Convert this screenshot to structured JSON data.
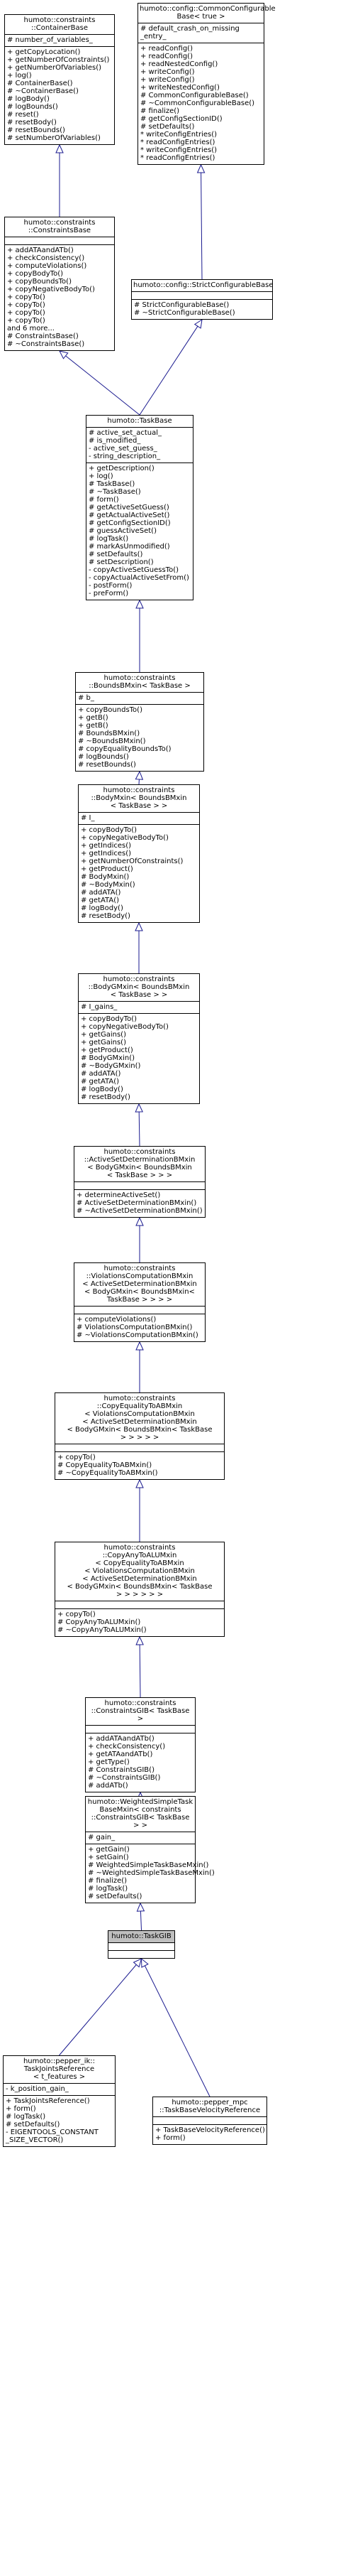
{
  "classes": [
    {
      "id": "containerbase",
      "title": "humoto::constraints\n::ContainerBase",
      "attributes": [
        "# number_of_variables_"
      ],
      "methods": [
        "+ getCopyLocation()",
        "+ getNumberOfConstraints()",
        "+ getNumberOfVariables()",
        "+ log()",
        "# ContainerBase()",
        "# ~ContainerBase()",
        "# logBody()",
        "# logBounds()",
        "# reset()",
        "# resetBody()",
        "# resetBounds()",
        "# setNumberOfVariables()"
      ]
    },
    {
      "id": "commonconfigurablebase",
      "title": "humoto::config::CommonConfigurable\nBase< true >",
      "attributes": [
        "# default_crash_on_missing\n_entry_"
      ],
      "methods": [
        "+ readConfig()",
        "+ readConfig()",
        "+ readNestedConfig()",
        "+ writeConfig()",
        "+ writeConfig()",
        "+ writeNestedConfig()",
        "# CommonConfigurableBase()",
        "# ~CommonConfigurableBase()",
        "# finalize()",
        "# getConfigSectionID()",
        "# setDefaults()",
        "* writeConfigEntries()",
        "* readConfigEntries()",
        "* writeConfigEntries()",
        "* readConfigEntries()"
      ]
    },
    {
      "id": "constraintsbase",
      "title": "humoto::constraints\n::ConstraintsBase",
      "attributes": [],
      "methods": [
        "+ addATAandATb()",
        "+ checkConsistency()",
        "+ computeViolations()",
        "+ copyBodyTo()",
        "+ copyBoundsTo()",
        "+ copyNegativeBodyTo()",
        "+ copyTo()",
        "+ copyTo()",
        "+ copyTo()",
        "+ copyTo()",
        "and 6 more...",
        "# ConstraintsBase()",
        "# ~ConstraintsBase()"
      ]
    },
    {
      "id": "strictconfigurablebase",
      "title": "humoto::config::StrictConfigurableBase",
      "attributes": [],
      "methods": [
        "# StrictConfigurableBase()",
        "# ~StrictConfigurableBase()"
      ]
    },
    {
      "id": "taskbase",
      "title": "humoto::TaskBase",
      "attributes": [
        "# active_set_actual_",
        "# is_modified_",
        "- active_set_guess_",
        "- string_description_"
      ],
      "methods": [
        "+ getDescription()",
        "+ log()",
        "# TaskBase()",
        "# ~TaskBase()",
        "# form()",
        "# getActiveSetGuess()",
        "# getActualActiveSet()",
        "# getConfigSectionID()",
        "# guessActiveSet()",
        "# logTask()",
        "# markAsUnmodified()",
        "# setDefaults()",
        "# setDescription()",
        "- copyActiveSetGuessTo()",
        "- copyActualActiveSetFrom()",
        "- postForm()",
        "- preForm()"
      ]
    },
    {
      "id": "boundsbmxin",
      "title": "humoto::constraints\n::BoundsBMxin< TaskBase >",
      "attributes": [
        "# b_"
      ],
      "methods": [
        "+ copyBoundsTo()",
        "+ getB()",
        "+ getB()",
        "# BoundsBMxin()",
        "# ~BoundsBMxin()",
        "# copyEqualityBoundsTo()",
        "# logBounds()",
        "# resetBounds()"
      ]
    },
    {
      "id": "bodymxin",
      "title": "humoto::constraints\n::BodyMxin< BoundsBMxin\n< TaskBase > >",
      "attributes": [
        "# I_"
      ],
      "methods": [
        "+ copyBodyTo()",
        "+ copyNegativeBodyTo()",
        "+ getIndices()",
        "+ getIndices()",
        "+ getNumberOfConstraints()",
        "+ getProduct()",
        "# BodyMxin()",
        "# ~BodyMxin()",
        "# addATA()",
        "# getATA()",
        "# logBody()",
        "# resetBody()"
      ]
    },
    {
      "id": "bodygmxin",
      "title": "humoto::constraints\n::BodyGMxin< BoundsBMxin\n< TaskBase > >",
      "attributes": [
        "# I_gains_"
      ],
      "methods": [
        "+ copyBodyTo()",
        "+ copyNegativeBodyTo()",
        "+ getGains()",
        "+ getGains()",
        "+ getProduct()",
        "# BodyGMxin()",
        "# ~BodyGMxin()",
        "# addATA()",
        "# getATA()",
        "# logBody()",
        "# resetBody()"
      ]
    },
    {
      "id": "activesetdetermination",
      "title": "humoto::constraints\n::ActiveSetDeterminationBMxin\n< BodyGMxin< BoundsBMxin\n< TaskBase > > >",
      "attributes": [],
      "methods": [
        "+ determineActiveSet()",
        "# ActiveSetDeterminationBMxin()",
        "# ~ActiveSetDeterminationBMxin()"
      ]
    },
    {
      "id": "violationscomputation",
      "title": "humoto::constraints\n::ViolationsComputationBMxin\n< ActiveSetDeterminationBMxin\n< BodyGMxin< BoundsBMxin<\nTaskBase > > > >",
      "attributes": [],
      "methods": [
        "+ computeViolations()",
        "# ViolationsComputationBMxin()",
        "# ~ViolationsComputationBMxin()"
      ]
    },
    {
      "id": "copyequalitytoab",
      "title": "humoto::constraints\n::CopyEqualityToABMxin\n< ViolationsComputationBMxin\n< ActiveSetDeterminationBMxin\n< BodyGMxin< BoundsBMxin< TaskBase\n> > > > >",
      "attributes": [],
      "methods": [
        "+ copyTo()",
        "# CopyEqualityToABMxin()",
        "# ~CopyEqualityToABMxin()"
      ]
    },
    {
      "id": "copyanytoalu",
      "title": "humoto::constraints\n::CopyAnyToALUMxin\n< CopyEqualityToABMxin\n< ViolationsComputationBMxin\n< ActiveSetDeterminationBMxin\n< BodyGMxin< BoundsBMxin< TaskBase\n> > > > > >",
      "attributes": [],
      "methods": [
        "+ copyTo()",
        "# CopyAnyToALUMxin()",
        "# ~CopyAnyToALUMxin()"
      ]
    },
    {
      "id": "constraintsgib",
      "title": "humoto::constraints\n::ConstraintsGIB< TaskBase >",
      "attributes": [],
      "methods": [
        "+ addATAandATb()",
        "+ checkConsistency()",
        "+ getATAandATb()",
        "+ getType()",
        "# ConstraintsGIB()",
        "# ~ConstraintsGIB()",
        "# addATb()"
      ]
    },
    {
      "id": "weightedsimpletask",
      "title": "humoto::WeightedSimpleTask\nBaseMxin< constraints\n::ConstraintsGIB< TaskBase > >",
      "attributes": [
        "# gain_"
      ],
      "methods": [
        "+ getGain()",
        "+ setGain()",
        "# WeightedSimpleTaskBaseMxin()",
        "# ~WeightedSimpleTaskBaseMxin()",
        "# finalize()",
        "# logTask()",
        "# setDefaults()"
      ]
    },
    {
      "id": "taskgib",
      "title": "humoto::TaskGIB",
      "attributes": [],
      "methods": []
    },
    {
      "id": "taskjointsreference",
      "title": "humoto::pepper_ik::\nTaskJointsReference\n< t_features >",
      "attributes": [
        "- k_position_gain_"
      ],
      "methods": [
        "+ TaskJointsReference()",
        "+ form()",
        "# logTask()",
        "# setDefaults()",
        "- EIGENTOOLS_CONSTANT\n_SIZE_VECTOR()"
      ]
    },
    {
      "id": "taskbasevelocityreference",
      "title": "humoto::pepper_mpc\n::TaskBaseVelocityReference",
      "attributes": [],
      "methods": [
        "+ TaskBaseVelocityReference()",
        "+ form()"
      ]
    }
  ],
  "colors": {
    "line": "#1a1a8f",
    "border": "#000000",
    "highlight": "#bfbfbf"
  }
}
